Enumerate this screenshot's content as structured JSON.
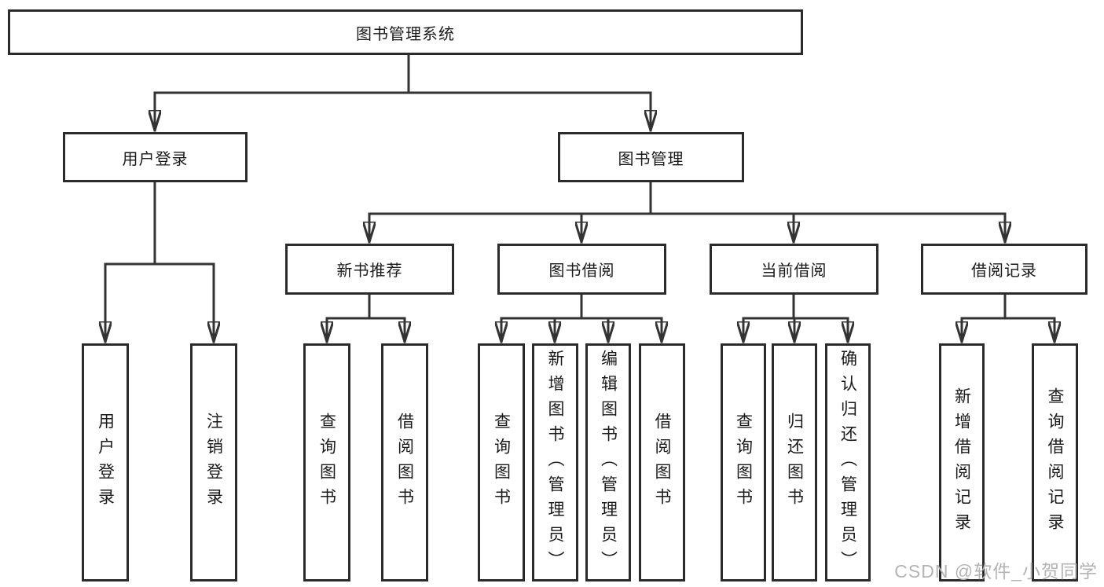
{
  "diagram": {
    "root": {
      "label": "图书管理系统"
    },
    "user_login": {
      "label": "用户登录",
      "children": [
        {
          "label": "用户登录"
        },
        {
          "label": "注销登录"
        }
      ]
    },
    "book_management": {
      "label": "图书管理"
    },
    "new_book_recommend": {
      "label": "新书推荐",
      "children": [
        {
          "label": "查询图书"
        },
        {
          "label": "借阅图书"
        }
      ]
    },
    "book_borrow": {
      "label": "图书借阅",
      "children": [
        {
          "label": "查询图书"
        },
        {
          "label": "新增图书（管理员）"
        },
        {
          "label": "编辑图书（管理员）"
        },
        {
          "label": "借阅图书"
        }
      ]
    },
    "current_borrow": {
      "label": "当前借阅",
      "children": [
        {
          "label": "查询图书"
        },
        {
          "label": "归还图书"
        },
        {
          "label": "确认归还（管理员）"
        }
      ]
    },
    "borrow_records": {
      "label": "借阅记录",
      "children": [
        {
          "label": "新增借阅记录"
        },
        {
          "label": "查询借阅记录"
        }
      ]
    }
  },
  "watermark": {
    "text": "CSDN @软件_小贺同学"
  },
  "colors": {
    "line": "#333333",
    "box_border": "#2b2b2b",
    "text": "#1a1a1a",
    "watermark": "#b4b4b4",
    "background": "#ffffff"
  }
}
